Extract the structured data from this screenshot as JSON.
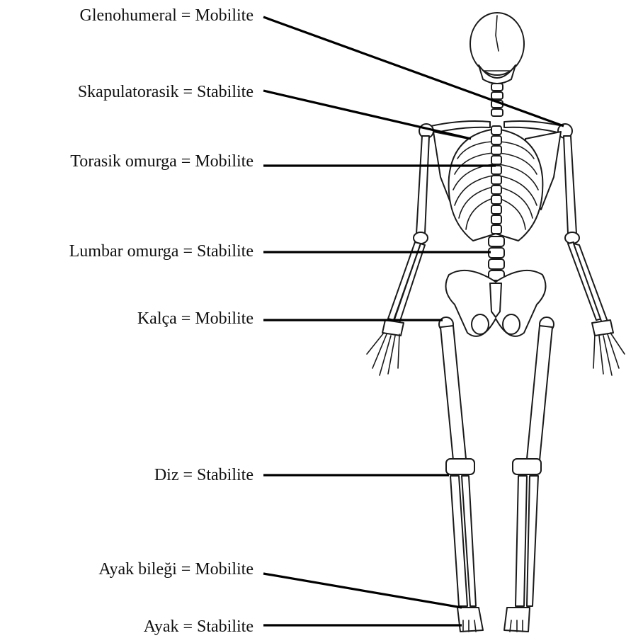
{
  "labels": [
    {
      "id": "glenohumeral",
      "text": "Glenohumeral = Mobilite"
    },
    {
      "id": "skapulatorasik",
      "text": "Skapulatorasik = Stabilite"
    },
    {
      "id": "torasik",
      "text": "Torasik omurga = Mobilite"
    },
    {
      "id": "lumbar",
      "text": "Lumbar omurga = Stabilite"
    },
    {
      "id": "kalca",
      "text": "Kalça = Mobilite"
    },
    {
      "id": "diz",
      "text": "Diz = Stabilite"
    },
    {
      "id": "ayak_bilegi",
      "text": "Ayak bileği = Mobilite"
    },
    {
      "id": "ayak",
      "text": "Ayak = Stabilite"
    }
  ],
  "colors": {
    "line": "#000000",
    "bone_stroke": "#1a1a1a",
    "text": "#111111"
  }
}
